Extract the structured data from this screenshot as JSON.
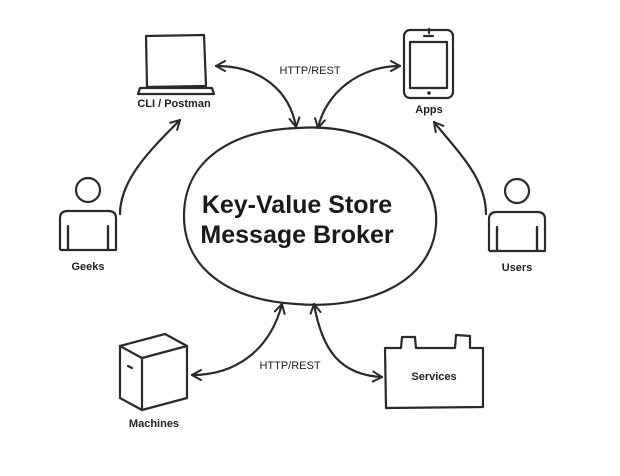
{
  "center": {
    "line1": "Key-Value Store",
    "line2": "Message Broker"
  },
  "nodes": {
    "cli": "CLI / Postman",
    "apps": "Apps",
    "geeks": "Geeks",
    "users": "Users",
    "machines": "Machines",
    "services": "Services"
  },
  "edges": {
    "top": "HTTP/REST",
    "bottom": "HTTP/REST"
  }
}
